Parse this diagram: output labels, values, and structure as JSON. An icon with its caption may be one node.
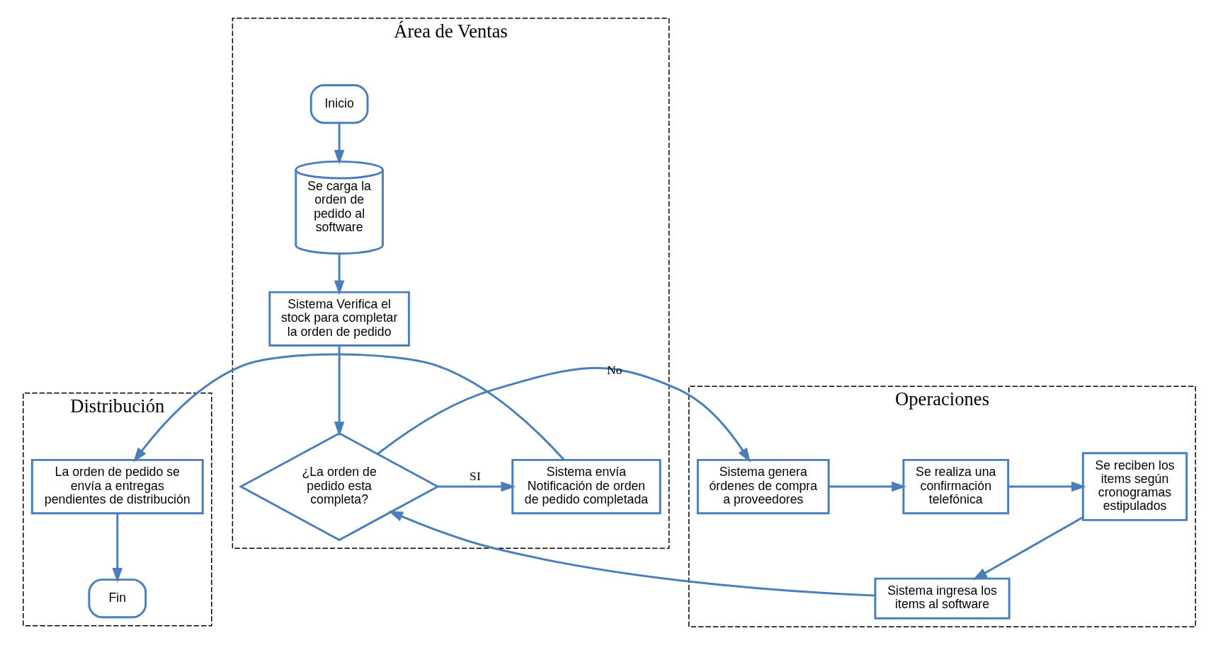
{
  "diagram": {
    "nodes": [
      {
        "text": [
          "Distribución"
        ]
      },
      {
        "text": [
          "La orden de pedido se envía a entregas pendientes de distribución"
        ],
        "in": 0
      },
      {
        "text": [
          "Fin"
        ],
        "in": 0
      },
      {
        "text": [
          "Área de Ventas"
        ]
      },
      {
        "text": [
          "Inicio"
        ],
        "in": 3
      },
      {
        "text": [
          "Se carga la orden de pedido al software"
        ],
        "in": 3
      },
      {
        "text": [
          "Sistema Verifica el stock para completar la orden de pedido"
        ],
        "in": 3
      },
      {
        "text": [
          "¿La orden de pedido esta completa?"
        ],
        "in": 3
      },
      {
        "text": [
          "Sistema envía Notificación de orden de pedido completada"
        ],
        "in": 3
      },
      {
        "text": [
          "Operaciones"
        ]
      },
      {
        "text": [
          "Sistema genera órdenes de compra a proveedores"
        ],
        "in": 9
      },
      {
        "text": [
          "Se realiza una confirmación telefónica"
        ],
        "in": 9
      },
      {
        "text": [
          "Se reciben los items según cronogramas estipulados"
        ],
        "in": 9
      },
      {
        "text": [
          "Sistema ingresa los items al software"
        ],
        "in": 9
      }
    ],
    "edges": [
      {
        "from": 4,
        "to": 5,
        "arrow": "to"
      },
      {
        "from": 5,
        "to": 6,
        "arrow": "to"
      },
      {
        "from": 6,
        "to": 7,
        "arrow": "to"
      },
      {
        "from": 7,
        "to": 8,
        "arrow": "to",
        "label": "SI"
      },
      {
        "from": 8,
        "to": 1,
        "arrow": "to"
      },
      {
        "from": 1,
        "to": 2,
        "arrow": "to"
      },
      {
        "from": 7,
        "to": 10,
        "arrow": "to",
        "label": "No"
      },
      {
        "from": 10,
        "to": 11,
        "arrow": "to"
      },
      {
        "from": 11,
        "to": 12,
        "arrow": "to"
      },
      {
        "from": 12,
        "to": 13,
        "arrow": "to"
      },
      {
        "from": 13,
        "to": 7,
        "arrow": "to"
      }
    ]
  }
}
